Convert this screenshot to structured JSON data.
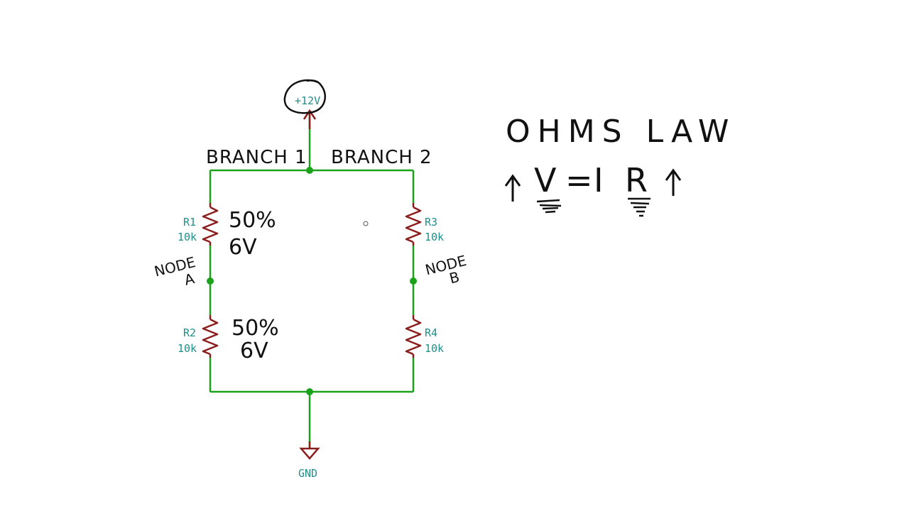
{
  "colors": {
    "wire": "#1aa31a",
    "resistor": "#8c1d1d",
    "label": "#1f8f8a",
    "ink": "#111111"
  },
  "schematic": {
    "supply_label": "+12V",
    "ground_label": "GND",
    "branches": [
      "BRANCH 1",
      "BRANCH 2"
    ],
    "resistors": [
      {
        "ref": "R1",
        "value": "10k"
      },
      {
        "ref": "R2",
        "value": "10k"
      },
      {
        "ref": "R3",
        "value": "10k"
      },
      {
        "ref": "R4",
        "value": "10k"
      }
    ],
    "nodes": [
      {
        "line1": "NODE",
        "line2": "A"
      },
      {
        "line1": "NODE",
        "line2": "B"
      }
    ],
    "annotations": [
      {
        "pct": "50%",
        "volts": "6V"
      },
      {
        "pct": "50%",
        "volts": "6V"
      }
    ]
  },
  "notes": {
    "title": "OHMS LAW",
    "formula": {
      "v": "V",
      "eq": "=",
      "i": "I",
      "r": "R"
    }
  }
}
